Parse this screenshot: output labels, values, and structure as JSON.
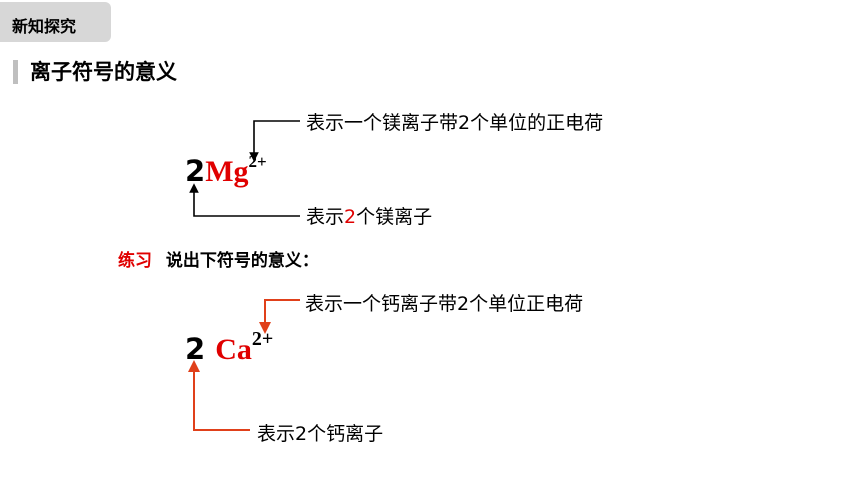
{
  "section_tag": "新知探究",
  "title": "离子符号的意义",
  "example": {
    "coefficient": "2",
    "symbol": "Mg",
    "charge": "2+",
    "charge_meaning": "表示一个镁离子带2个单位的正电荷",
    "count_meaning_prefix": "表示",
    "count_meaning_number": "2",
    "count_meaning_suffix": "个镁离子"
  },
  "exercise": {
    "label": "练习",
    "prompt": "说出下符号的意义："
  },
  "answer": {
    "coefficient": "2",
    "symbol": "Ca",
    "charge": "2+",
    "charge_meaning": "表示一个钙离子带2个单位正电荷",
    "count_meaning": "表示2个钙离子"
  },
  "colors": {
    "accent_red": "#e00000",
    "tag_gray": "#d7d7d7",
    "arrow_dark": "#000000",
    "arrow_red": "#e0401a"
  }
}
